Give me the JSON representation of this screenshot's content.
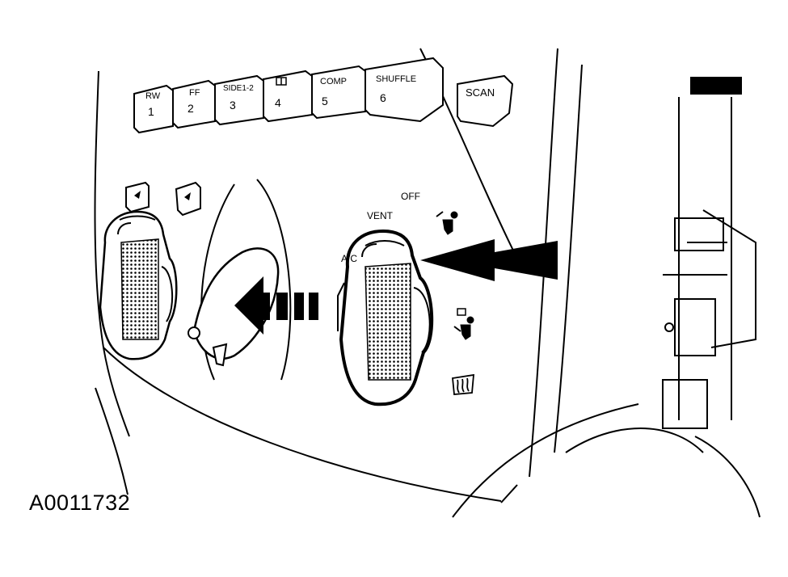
{
  "figure_id": "A0011732",
  "radio_buttons": [
    {
      "top": "RW",
      "bottom": "1"
    },
    {
      "top": "FF",
      "bottom": "2"
    },
    {
      "top": "SIDE1-2",
      "bottom": "3"
    },
    {
      "top": "",
      "bottom": "4"
    },
    {
      "top": "COMP",
      "bottom": "5"
    },
    {
      "top": "SHUFFLE",
      "bottom": "6"
    }
  ],
  "scan_label": "SCAN",
  "mode_labels": {
    "off": "OFF",
    "vent": "VENT",
    "ac": "A/C"
  },
  "colors": {
    "line": "#000000",
    "background": "#ffffff"
  }
}
